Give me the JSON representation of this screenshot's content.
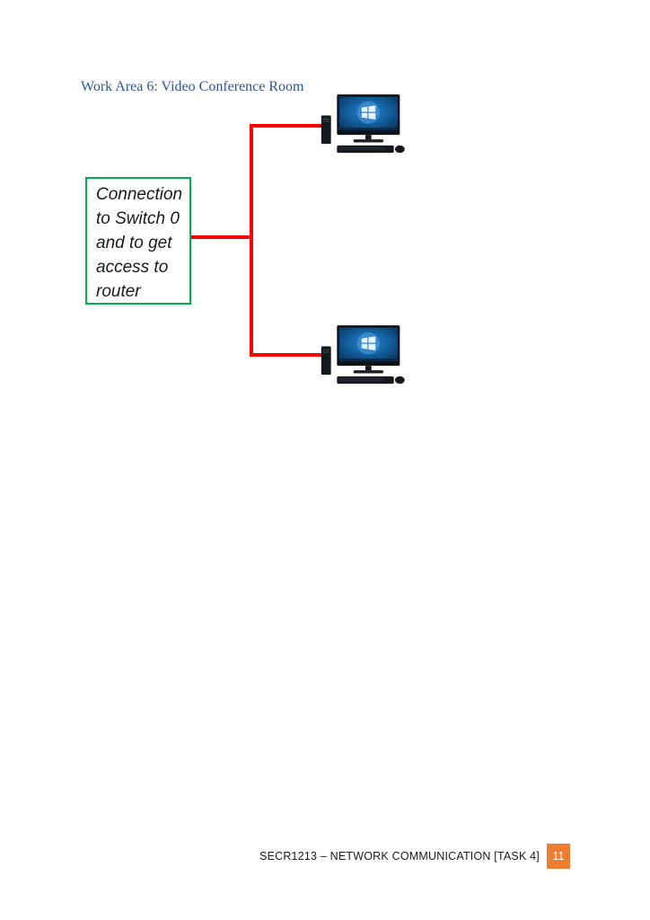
{
  "page": {
    "heading": "Work Area 6: Video Conference Room",
    "heading_color": "#2F5496",
    "footer": {
      "text": "SECR1213 – NETWORK COMMUNICATION [TASK 4]",
      "page_number": "11",
      "badge_color": "#ED7D31"
    }
  },
  "diagram": {
    "label_box": {
      "text": "Connection\nto Switch 0\nand to get\naccess to\nrouter",
      "border_color": "#00B050"
    },
    "connector_color": "#FF0000",
    "nodes": [
      {
        "id": "pc-top",
        "type": "desktop-computer"
      },
      {
        "id": "pc-bottom",
        "type": "desktop-computer"
      }
    ]
  }
}
